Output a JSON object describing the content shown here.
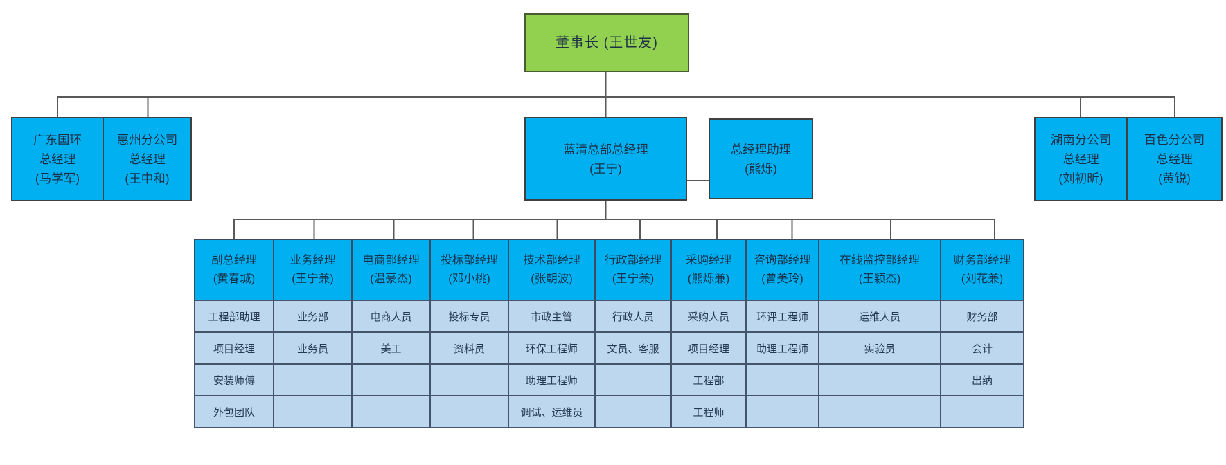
{
  "chairman": {
    "label": "董事长 (王世友)"
  },
  "level2": {
    "left": [
      {
        "label": "广东国环\n总经理\n(马学军)"
      },
      {
        "label": "惠州分公司\n总经理\n(王中和)"
      }
    ],
    "center": {
      "label": "蓝清总部总经理\n(王宁)"
    },
    "assistant": {
      "label": "总经理助理\n(熊烁)"
    },
    "right": [
      {
        "label": "湖南分公司\n总经理\n(刘初昕)"
      },
      {
        "label": "百色分公司\n总经理\n(黄锐)"
      }
    ]
  },
  "departments": {
    "columns": [
      {
        "title": "副总经理",
        "manager": "(黄春城)",
        "staff": [
          "工程部助理",
          "项目经理",
          "安装师傅",
          "外包团队"
        ]
      },
      {
        "title": "业务经理",
        "manager": "(王宁兼)",
        "staff": [
          "业务部",
          "业务员",
          "",
          ""
        ]
      },
      {
        "title": "电商部经理",
        "manager": "(温豪杰)",
        "staff": [
          "电商人员",
          "美工",
          "",
          ""
        ]
      },
      {
        "title": "投标部经理",
        "manager": "(邓小桃)",
        "staff": [
          "投标专员",
          "资料员",
          "",
          ""
        ]
      },
      {
        "title": "技术部经理",
        "manager": "(张朝波)",
        "staff": [
          "市政主管",
          "环保工程师",
          "助理工程师",
          "调试、运维员"
        ]
      },
      {
        "title": "行政部经理",
        "manager": "(王宁兼)",
        "staff": [
          "行政人员",
          "文员、客服",
          "",
          ""
        ]
      },
      {
        "title": "采购经理",
        "manager": "(熊烁兼)",
        "staff": [
          "采购人员",
          "项目经理",
          "工程部",
          "工程师"
        ]
      },
      {
        "title": "咨询部经理",
        "manager": "(曾美玲)",
        "staff": [
          "环评工程师",
          "助理工程师",
          "",
          ""
        ]
      },
      {
        "title": "在线监控部经理",
        "manager": "(王颖杰)",
        "staff": [
          "运维人员",
          "实验员",
          "",
          ""
        ]
      },
      {
        "title": "财务部经理",
        "manager": "(刘花兼)",
        "staff": [
          "财务部",
          "会计",
          "出纳",
          ""
        ]
      }
    ]
  },
  "colors": {
    "chairman_fill": "#92d050",
    "manager_fill": "#00b0f0",
    "staff_cell_fill": "#bdd7ee",
    "connector_line": "#595959",
    "table_border": "#44546a",
    "text": "#1e3048"
  }
}
